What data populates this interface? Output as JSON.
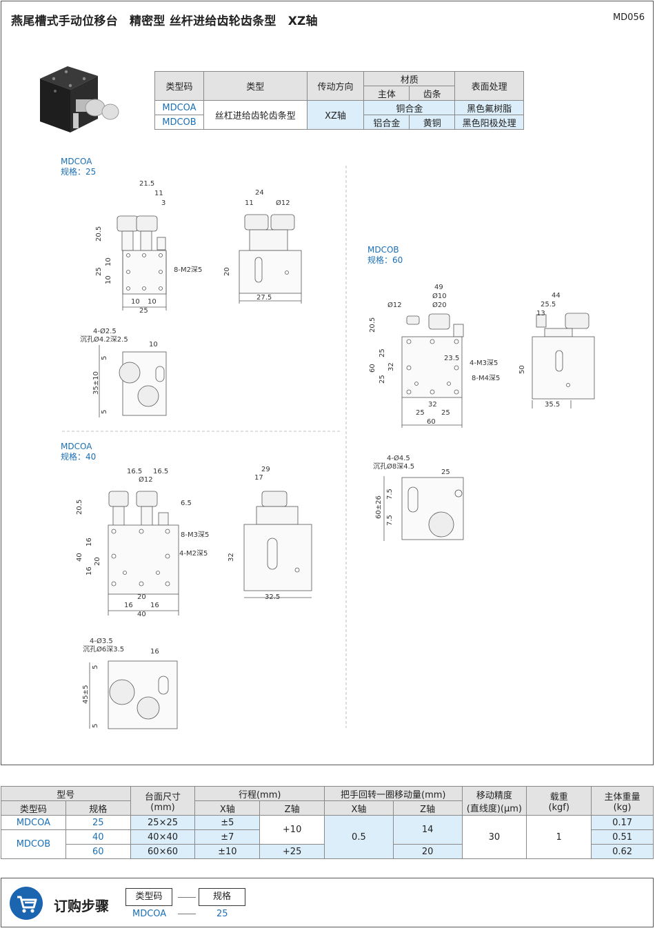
{
  "header": {
    "title": "燕尾槽式手动位移台　精密型 丝杆进给齿轮齿条型　XZ轴",
    "code": "MD056"
  },
  "spec_table": {
    "col_type_code": "类型码",
    "col_type": "类型",
    "col_drive": "传动方向",
    "col_material": "材质",
    "col_body": "主体",
    "col_rack": "齿条",
    "col_surface": "表面处理",
    "rows": [
      {
        "code": "MDCOA",
        "material": "铜合金",
        "surface": "黑色氟树脂"
      },
      {
        "code": "MDCOB",
        "body": "铝合金",
        "rack": "黄铜",
        "surface": "黑色阳极处理"
      }
    ],
    "type_value": "丝杠进给齿轮齿条型",
    "drive_value": "XZ轴"
  },
  "drawings": {
    "a25": {
      "model": "MDCOA",
      "size": "规格：25",
      "d1": "21.5",
      "d2": "11",
      "d3": "3",
      "d4": "20.5",
      "d5": "25",
      "d6": "10",
      "d7": "10",
      "d8": "10",
      "d9": "10",
      "d10": "25",
      "note1": "8-M2深5",
      "s1": "24",
      "s2": "11",
      "s3": "Ø12",
      "s4": "20",
      "s5": "27.5",
      "b1": "4-Ø2.5",
      "b2": "沉孔Ø4.2深2.5",
      "b3": "10",
      "b4": "5",
      "b5": "35±10",
      "b6": "5"
    },
    "a40": {
      "model": "MDCOA",
      "size": "规格：40",
      "d1": "16.5",
      "d2": "16.5",
      "d3": "Ø12",
      "d4": "6.5",
      "d5": "20.5",
      "d6": "40",
      "d7": "16",
      "d8": "20",
      "d9": "16",
      "d10": "20",
      "d11": "16",
      "d12": "16",
      "d13": "40",
      "note1": "8-M3深5",
      "note2": "4-M2深5",
      "s1": "29",
      "s2": "17",
      "s3": "32",
      "s4": "32.5",
      "b1": "4-Ø3.5",
      "b2": "沉孔Ø6深3.5",
      "b3": "16",
      "b4": "5",
      "b5": "45±5",
      "b6": "5"
    },
    "b60": {
      "model": "MDCOB",
      "size": "规格：60",
      "d1": "49",
      "d2": "Ø10",
      "d3": "Ø12",
      "d4": "Ø20",
      "d5": "20.5",
      "d6": "25",
      "d7": "60",
      "d8": "32",
      "d9": "25",
      "d10": "23.5",
      "d11": "32",
      "d12": "25",
      "d13": "25",
      "d14": "60",
      "note1": "4-M3深5",
      "note2": "8-M4深5",
      "s1": "44",
      "s2": "25.5",
      "s3": "13",
      "s4": "50",
      "s5": "35.5",
      "b1": "4-Ø4.5",
      "b2": "沉孔Ø8深4.5",
      "b3": "25",
      "b4": "7.5",
      "b5": "60±26",
      "b6": "7.5"
    }
  },
  "bottom_table": {
    "h_model": "型号",
    "h_table_size": "台面尺寸",
    "h_table_unit": "(mm)",
    "h_stroke": "行程(mm)",
    "h_handle": "把手回转一圈移动量(mm)",
    "h_accuracy": "移动精度",
    "h_accuracy2": "(直线度)(μm)",
    "h_load": "载重",
    "h_load_unit": "(kgf)",
    "h_weight": "主体重量",
    "h_weight_unit": "(kg)",
    "h_type_code": "类型码",
    "h_spec": "规格",
    "h_x": "X轴",
    "h_z": "Z轴",
    "code_a": "MDCOA",
    "code_b": "MDCOB",
    "rows": [
      {
        "spec": "25",
        "size": "25×25",
        "x": "±5",
        "weight": "0.17"
      },
      {
        "spec": "40",
        "size": "40×40",
        "x": "±7",
        "weight": "0.51"
      },
      {
        "spec": "60",
        "size": "60×60",
        "x": "±10",
        "z": "+25",
        "weight": "0.62"
      }
    ],
    "z_a": "+10",
    "handle_x": "0.5",
    "handle_z_a": "14",
    "handle_z_b": "20",
    "accuracy": "30",
    "load": "1"
  },
  "order": {
    "title": "订购步骤",
    "box1": "类型码",
    "box2": "规格",
    "val1": "MDCOA",
    "val2": "25"
  },
  "colors": {
    "accent": "#1a6fb5",
    "header_bg": "#e3e3e3",
    "row_bg": "#dbeefa",
    "icon_bg": "#1a64b0"
  }
}
